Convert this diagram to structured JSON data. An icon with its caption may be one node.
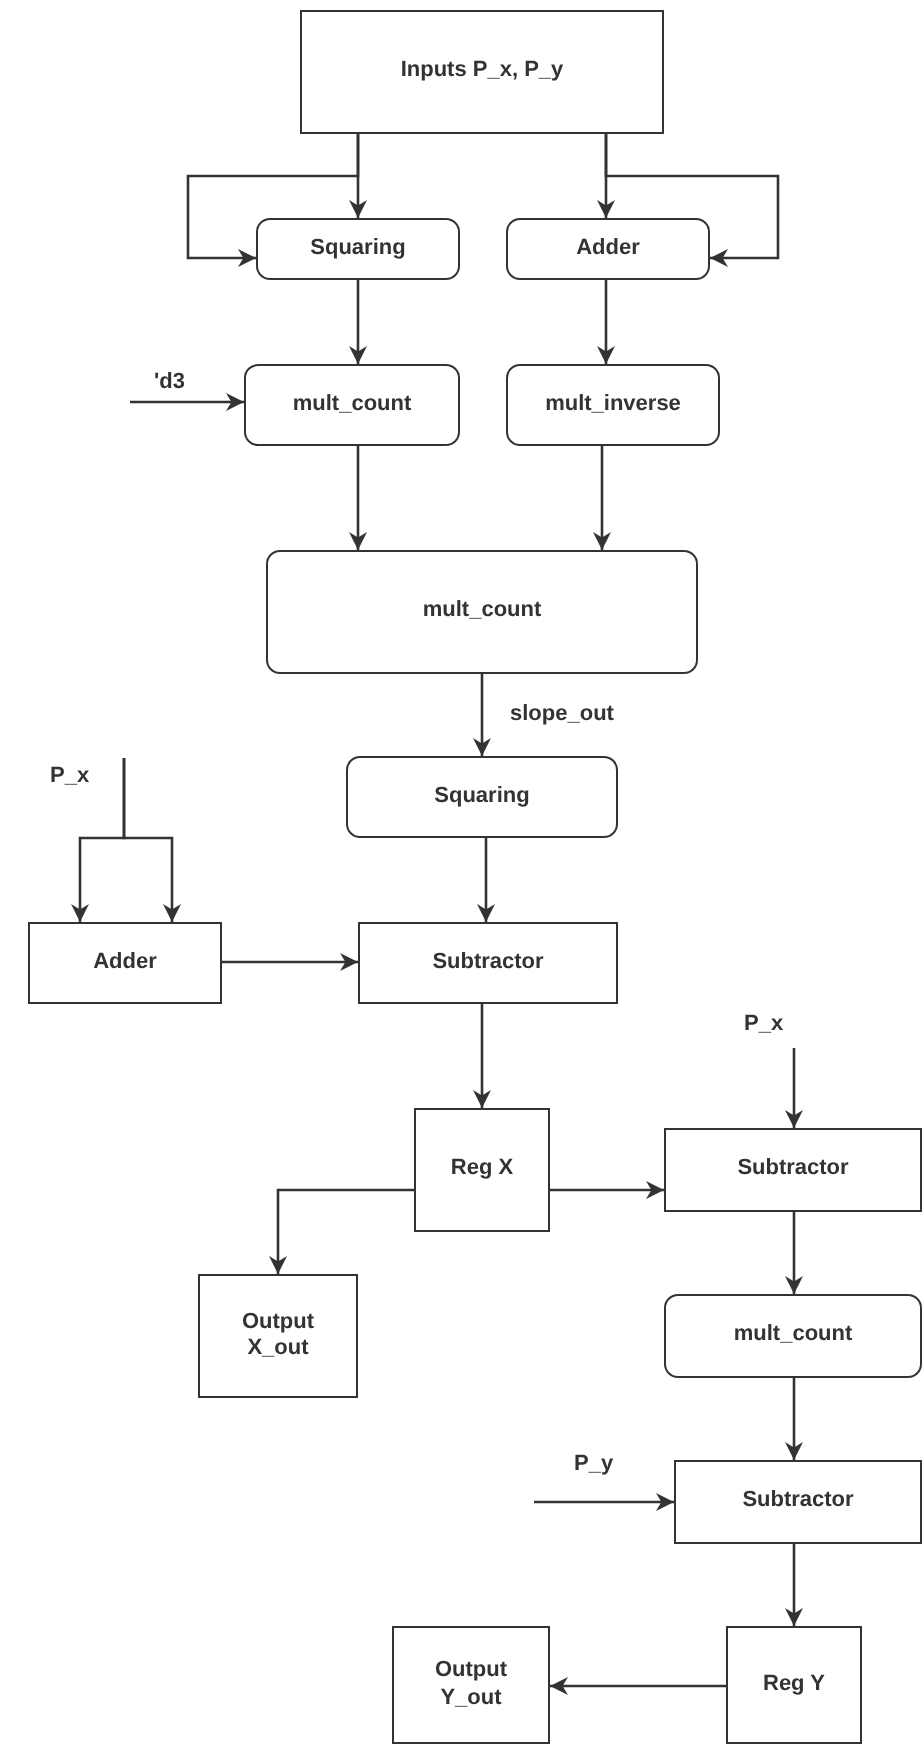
{
  "diagram": {
    "nodes": [
      {
        "text": [
          "Inputs P_x, P_y"
        ]
      },
      {
        "text": [
          "Squaring"
        ]
      },
      {
        "text": [
          "Adder"
        ]
      },
      {
        "text": [
          "mult_count"
        ]
      },
      {
        "text": [
          "mult_inverse"
        ]
      },
      {
        "text": [
          "mult_count"
        ]
      },
      {
        "text": [
          "Squaring"
        ]
      },
      {
        "text": [
          "Adder"
        ]
      },
      {
        "text": [
          "Subtractor"
        ]
      },
      {
        "text": [
          "Reg X"
        ]
      },
      {
        "text": [
          "Subtractor"
        ]
      },
      {
        "text": [
          "Output X_out"
        ]
      },
      {
        "text": [
          "mult_count"
        ]
      },
      {
        "text": [
          "Subtractor"
        ]
      },
      {
        "text": [
          "Reg Y"
        ]
      },
      {
        "text": [
          "Output Y_out"
        ]
      }
    ],
    "edges": [
      {
        "from": 0,
        "to": 1,
        "arrow": "to"
      },
      {
        "from": 0,
        "to": 1,
        "arrow": "to"
      },
      {
        "from": 0,
        "to": 2,
        "arrow": "to"
      },
      {
        "from": 0,
        "to": 2,
        "arrow": "to"
      },
      {
        "from": 1,
        "to": 3,
        "arrow": "to"
      },
      {
        "from": null,
        "to": 3,
        "arrow": "to",
        "label": "'d3"
      },
      {
        "from": 2,
        "to": 4,
        "arrow": "to"
      },
      {
        "from": 3,
        "to": 5,
        "arrow": "to"
      },
      {
        "from": 4,
        "to": 5,
        "arrow": "to"
      },
      {
        "from": 5,
        "to": 6,
        "arrow": "to",
        "label": "slope_out"
      },
      {
        "from": 6,
        "to": 8,
        "arrow": "to"
      },
      {
        "from": null,
        "to": 7,
        "arrow": "to",
        "label": "P_x"
      },
      {
        "from": null,
        "to": 7,
        "arrow": "to"
      },
      {
        "from": 7,
        "to": 8,
        "arrow": "to"
      },
      {
        "from": 8,
        "to": 9,
        "arrow": "to"
      },
      {
        "from": 9,
        "to": 10,
        "arrow": "to"
      },
      {
        "from": 9,
        "to": 11,
        "arrow": "to"
      },
      {
        "from": null,
        "to": 10,
        "arrow": "to",
        "label": "P_x"
      },
      {
        "from": 10,
        "to": 12,
        "arrow": "to"
      },
      {
        "from": 12,
        "to": 13,
        "arrow": "to"
      },
      {
        "from": null,
        "to": 13,
        "arrow": "to",
        "label": "P_y"
      },
      {
        "from": 13,
        "to": 14,
        "arrow": "to"
      },
      {
        "from": 14,
        "to": 15,
        "arrow": "to"
      }
    ]
  }
}
